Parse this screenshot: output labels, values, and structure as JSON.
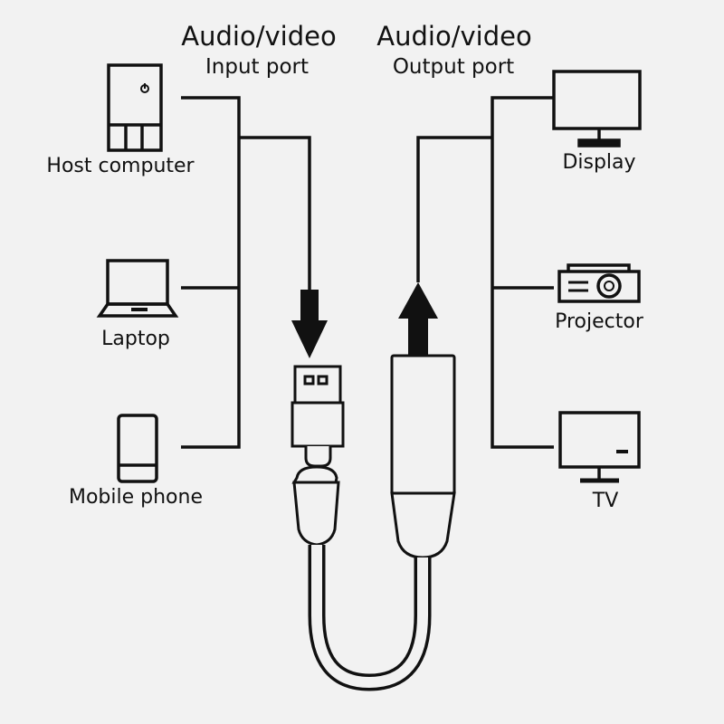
{
  "headings": {
    "input_line1": "Audio/video",
    "input_line2": "Input port",
    "output_line1": "Audio/video",
    "output_line2": "Output port"
  },
  "sources": [
    {
      "label": "Host computer",
      "icon": "host-computer-icon"
    },
    {
      "label": "Laptop",
      "icon": "laptop-icon"
    },
    {
      "label": "Mobile phone",
      "icon": "mobile-phone-icon"
    }
  ],
  "destinations": [
    {
      "label": "Display",
      "icon": "display-icon"
    },
    {
      "label": "Projector",
      "icon": "projector-icon"
    },
    {
      "label": "TV",
      "icon": "tv-icon"
    }
  ],
  "colors": {
    "background": "#f2f2f2",
    "line": "#111111"
  }
}
